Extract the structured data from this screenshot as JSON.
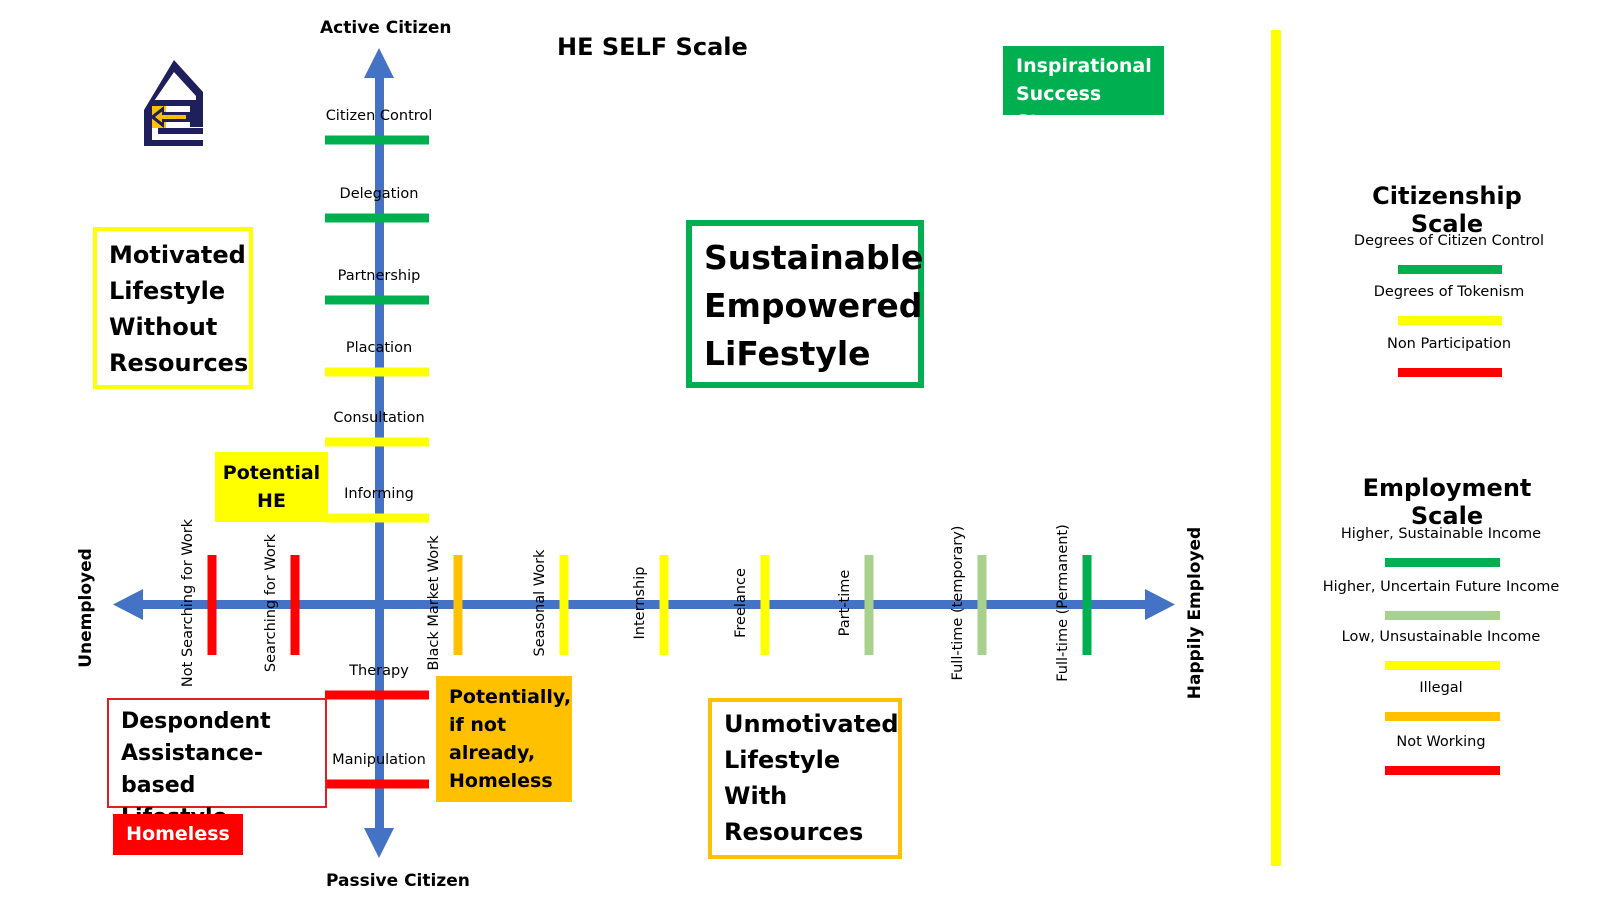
{
  "title": "HE SELF Scale",
  "axis_labels": {
    "top": "Active Citizen",
    "bottom": "Passive Citizen",
    "left": "Unemployed",
    "right": "Happily Employed"
  },
  "colors": {
    "axis": "#4472c4",
    "green": "#00b050",
    "light_green": "#a9d18e",
    "yellow": "#ffff00",
    "orange": "#ffc000",
    "red": "#ff0000",
    "logo_navy": "#1f1f5c"
  },
  "logo": {
    "icon": "house-e-logo-icon"
  },
  "citizenship_ticks": [
    {
      "label": "Citizen Control",
      "color": "#00b050"
    },
    {
      "label": "Delegation",
      "color": "#00b050"
    },
    {
      "label": "Partnership",
      "color": "#00b050"
    },
    {
      "label": "Placation",
      "color": "#ffff00"
    },
    {
      "label": "Consultation",
      "color": "#ffff00"
    },
    {
      "label": "Informing",
      "color": "#ffff00"
    },
    {
      "label": "Therapy",
      "color": "#ff0000"
    },
    {
      "label": "Manipulation",
      "color": "#ff0000"
    }
  ],
  "employment_ticks": [
    {
      "label": "Not Searching for Work",
      "color": "#ff0000"
    },
    {
      "label": "Searching for Work",
      "color": "#ff0000"
    },
    {
      "label": "Black Market Work",
      "color": "#ffc000"
    },
    {
      "label": "Seasonal Work",
      "color": "#ffff00"
    },
    {
      "label": "Internship",
      "color": "#ffff00"
    },
    {
      "label": "Freelance",
      "color": "#ffff00"
    },
    {
      "label": "Part-time",
      "color": "#a9d18e"
    },
    {
      "label": "Full-time (temporary)",
      "color": "#a9d18e"
    },
    {
      "label": "Full-time (Permanent)",
      "color": "#00b050"
    }
  ],
  "boxes": {
    "inspirational": {
      "lines": [
        "Inspirational",
        "Success Story"
      ]
    },
    "sustainable": {
      "lines": [
        "Sustainable",
        "Empowered",
        "LiFestyle"
      ]
    },
    "motivated": {
      "lines": [
        "Motivated",
        "Lifestyle",
        "Without",
        "Resources"
      ]
    },
    "potential_he": {
      "lines": [
        "Potential",
        "HE"
      ]
    },
    "despondent": {
      "lines": [
        "Despondent",
        "Assistance-based",
        "Lifestyle"
      ]
    },
    "homeless": {
      "lines": [
        "Homeless"
      ]
    },
    "potentially_homeless": {
      "lines": [
        "Potentially,",
        "if not",
        "already,",
        "Homeless"
      ]
    },
    "unmotivated": {
      "lines": [
        "Unmotivated",
        "Lifestyle",
        "With",
        "Resources"
      ]
    }
  },
  "legend": {
    "citizenship": {
      "title": "Citizenship Scale",
      "items": [
        {
          "label": "Degrees of Citizen Control",
          "color": "#00b050"
        },
        {
          "label": "Degrees of Tokenism",
          "color": "#ffff00"
        },
        {
          "label": "Non Participation",
          "color": "#ff0000"
        }
      ]
    },
    "employment": {
      "title": "Employment Scale",
      "items": [
        {
          "label": "Higher, Sustainable Income",
          "color": "#00b050"
        },
        {
          "label": "Higher, Uncertain Future Income",
          "color": "#a9d18e"
        },
        {
          "label": "Low, Unsustainable Income",
          "color": "#ffff00"
        },
        {
          "label": "Illegal",
          "color": "#ffc000"
        },
        {
          "label": "Not Working",
          "color": "#ff0000"
        }
      ]
    }
  }
}
